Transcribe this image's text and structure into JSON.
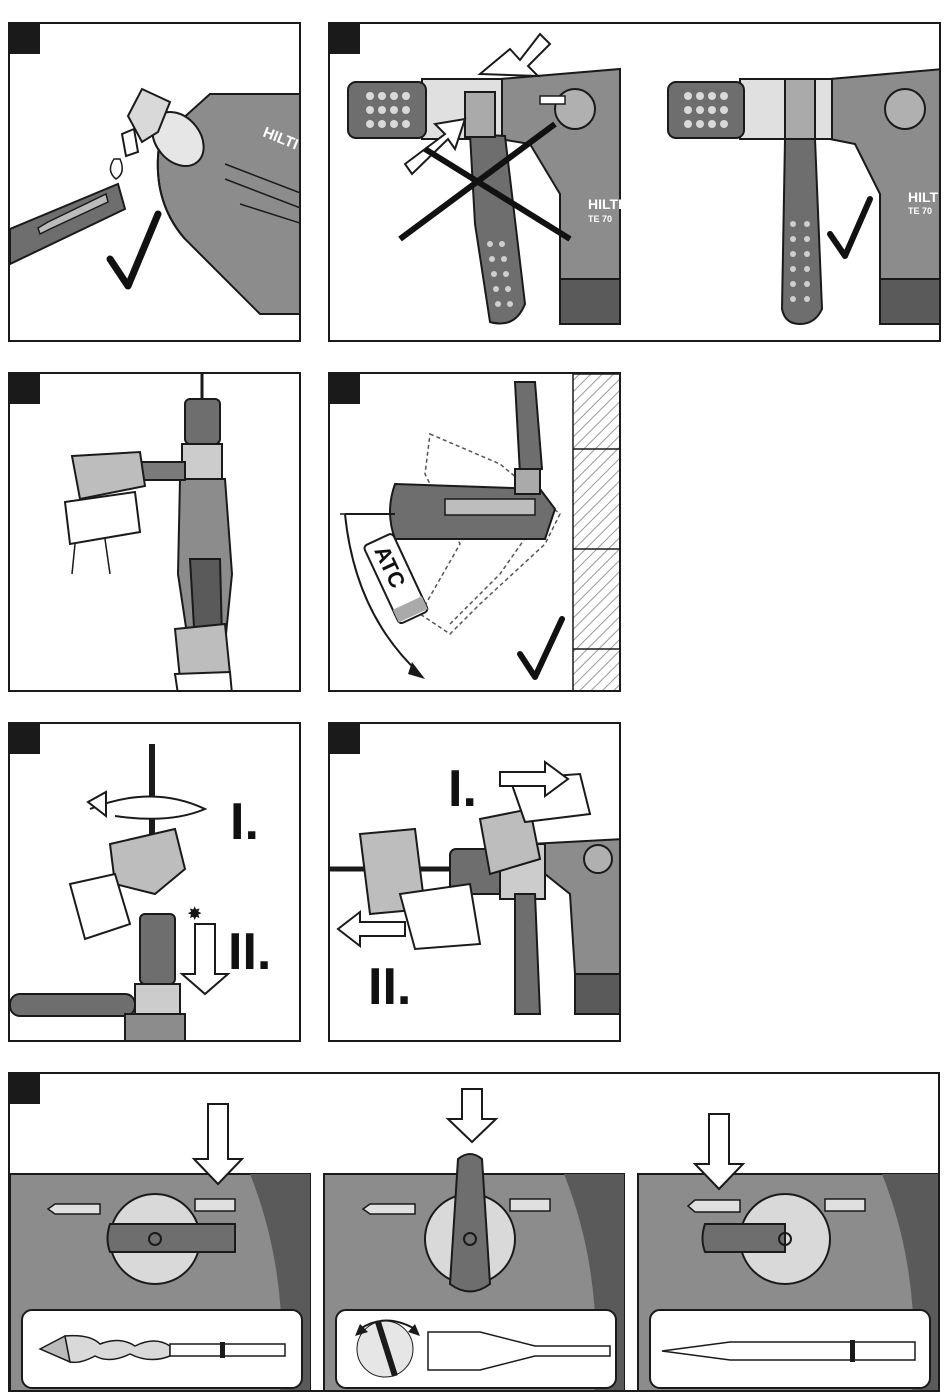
{
  "brand": {
    "logo_text": "HILTI",
    "model_text": "TE 70"
  },
  "panels": {
    "p3": {
      "badge_text": "ATC"
    },
    "p5": {
      "step1": "I.",
      "step2": "II."
    },
    "p6": {
      "step1": "I.",
      "step2": "II."
    }
  },
  "colors": {
    "line": "#1a1a1a",
    "tool_gray": "#8c8c8c",
    "dark_gray": "#555555",
    "light_gray": "#d0d0d0",
    "hatch": "#9a9a9a"
  }
}
